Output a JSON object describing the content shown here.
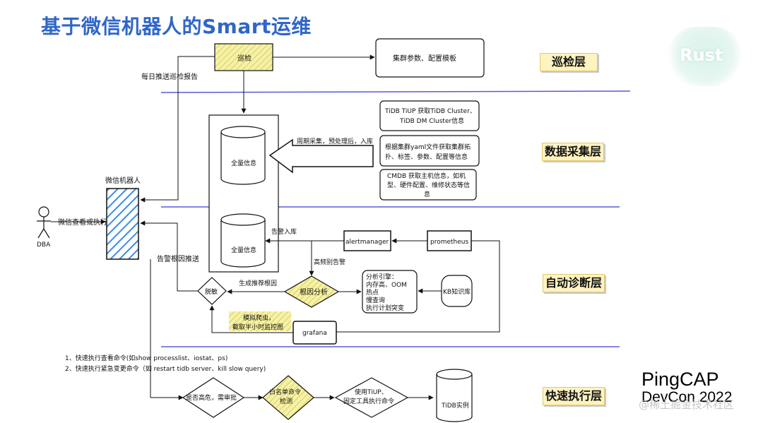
{
  "title": "基于微信机器人的Smart运维",
  "brand": {
    "line1": "PingCAP",
    "line2": "DevCon 2022",
    "badge": "Rust"
  },
  "watermark": "@稀土掘金技术社区",
  "layers": {
    "inspection": "巡检层",
    "collection": "数据采集层",
    "diagnosis": "自动诊断层",
    "execution": "快速执行层"
  },
  "nodes": {
    "inspect": "巡检",
    "cluster_params": "集群参数、配置模板",
    "full_info_top": "全量信息",
    "full_info_bottom": "全量信息",
    "tiup_1": "TiDB TiUP 获取TiDB Cluster、",
    "tiup_2": "TiDB DM Cluster信息",
    "yaml_1": "根据集群yaml文件获取集群拓",
    "yaml_2": "扑、标签、参数、配置等信息",
    "cmdb_1": "CMDB 获取主机信息，如机",
    "cmdb_2": "型、硬件配置、维修状态等信",
    "cmdb_3": "息",
    "wechat_bot": "微信机器人",
    "dba": "DBA",
    "alertmanager": "alertmanager",
    "prometheus": "prometheus",
    "desensitize": "脱敏",
    "root_cause": "根因分析",
    "engine_1": "分析引擎：",
    "engine_2": "内存高、OOM",
    "engine_3": "热点",
    "engine_4": "慢查询",
    "engine_5": "执行计划突变",
    "kb": "KB知识库",
    "grafana": "grafana",
    "crawler_1": "模拟爬虫，",
    "crawler_2": "截取半小时监控图",
    "high_risk": "是否高危，需审批",
    "whitelist_1": "白名单命令",
    "whitelist_2": "检测",
    "tiup_exec_1": "使用TiUP、",
    "tiup_exec_2": "固定工具执行命令",
    "tidb_instance": "TiDB实例"
  },
  "edge_labels": {
    "daily_push": "每日推送巡检报告",
    "periodic": "周期采集，预处理后，入库",
    "wechat_query": "微信查看或执行",
    "alert_store": "告警入库",
    "root_push": "告警根因推送",
    "high_freq": "高频别告警",
    "gen_root": "生成推荐根因",
    "cmd1": "1、快速执行查看命令(如show processlist、iostat、ps)",
    "cmd2": "2、快速执行紧急变更命令（如 restart tidb server、kill slow query)"
  }
}
